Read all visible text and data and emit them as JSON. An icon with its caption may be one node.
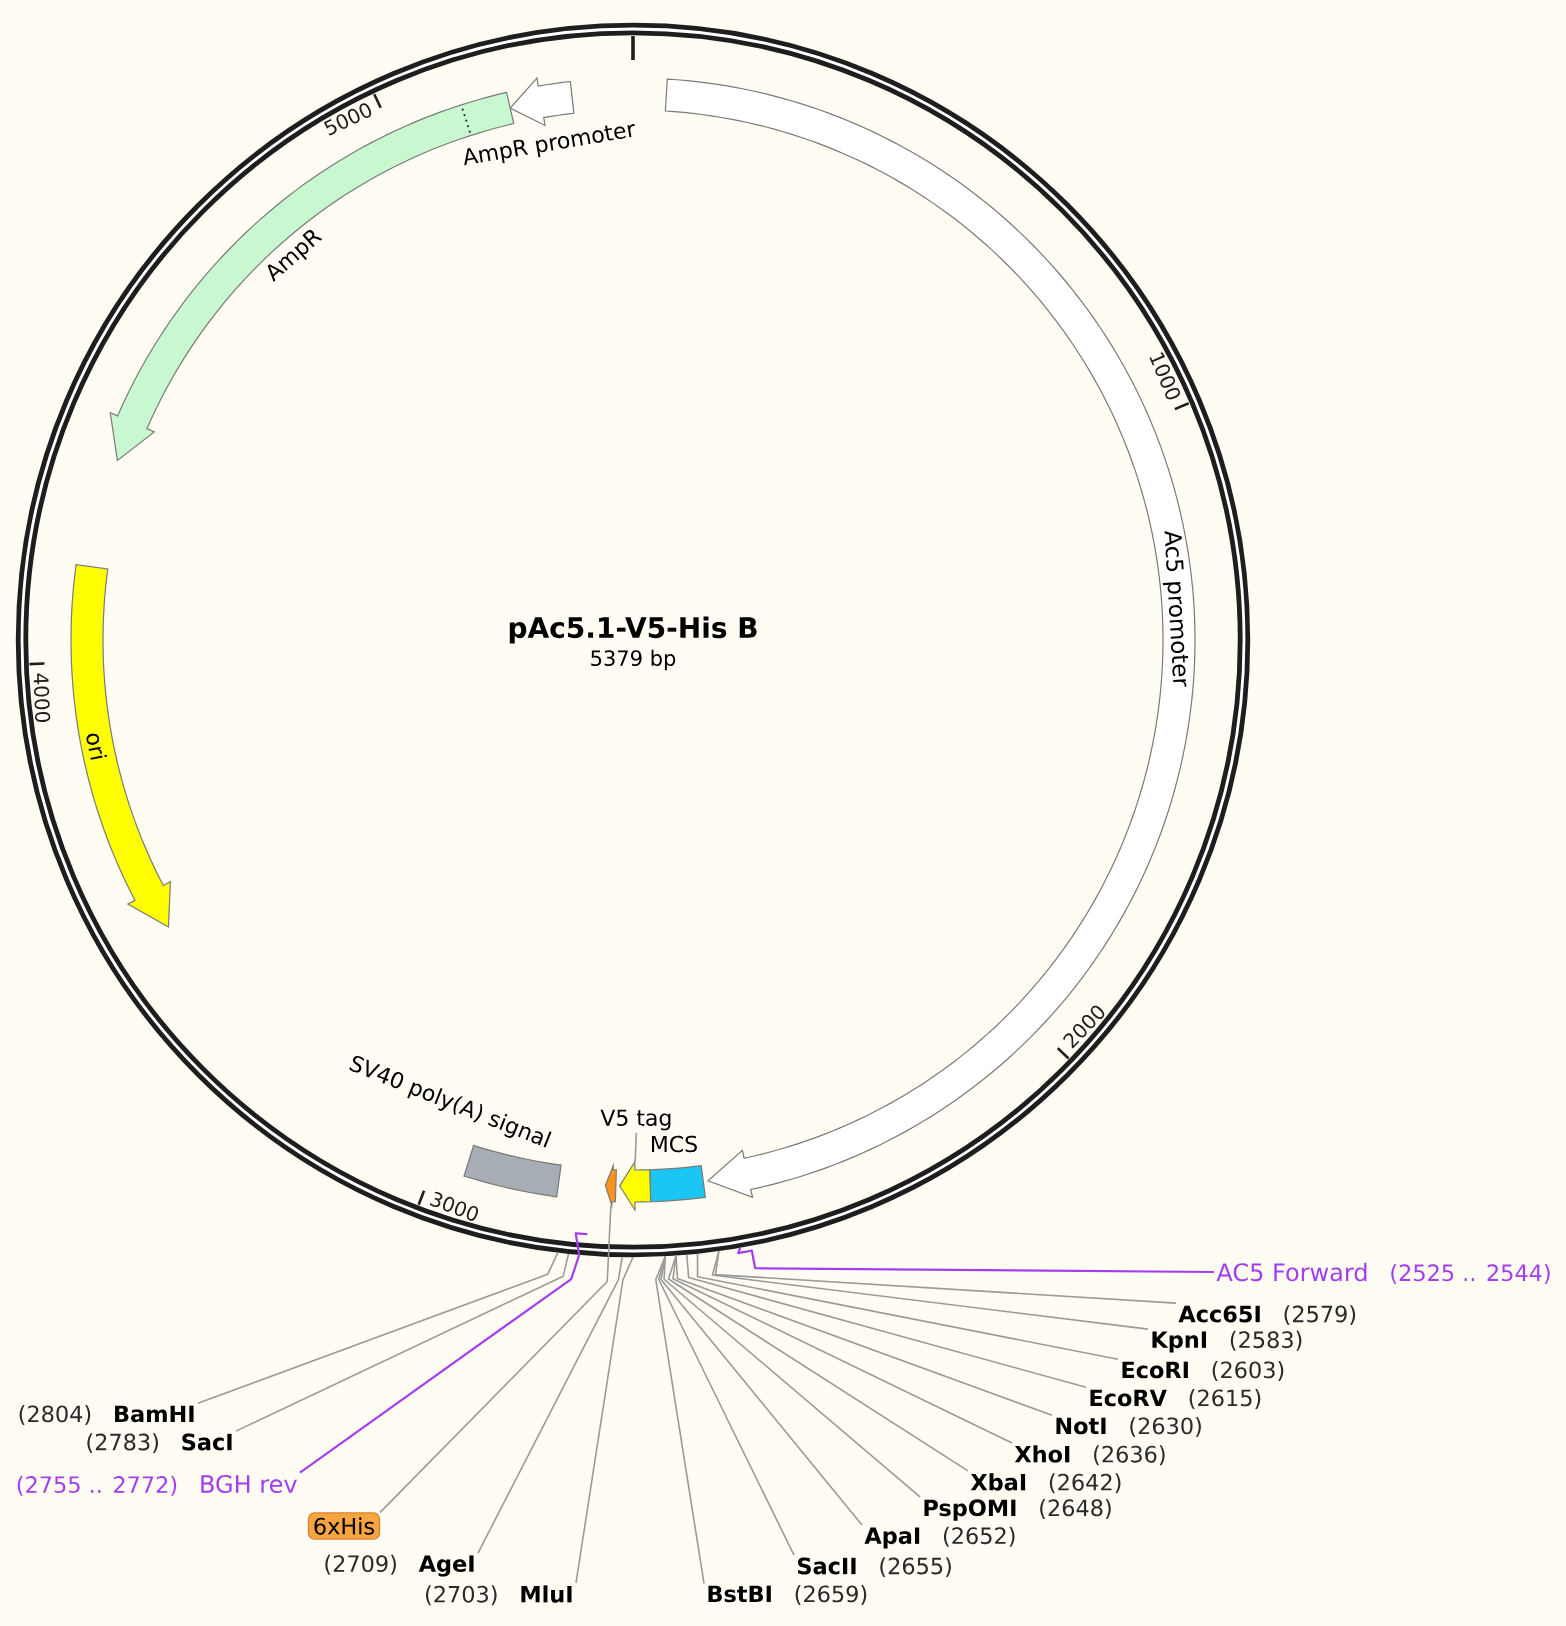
{
  "diagram": {
    "nodes": [
      {
        "text": [
          "pAc5.1-V5-His B",
          "5379 bp"
        ]
      },
      {
        "text": [
          "AmpR promoter"
        ],
        "in": 0
      },
      {
        "text": [
          "Ac5 promoter"
        ],
        "in": 0
      },
      {
        "text": [
          "AmpR"
        ],
        "in": 0
      },
      {
        "text": [
          "ori"
        ],
        "in": 0
      },
      {
        "text": [
          "SV40 poly(A) signal"
        ],
        "in": 0
      },
      {
        "text": [
          "V5 tag"
        ],
        "in": 0
      },
      {
        "text": [
          "MCS"
        ],
        "in": 0
      },
      {
        "text": [],
        "shape": "arrow",
        "in": 0
      },
      {
        "text": [],
        "shape": "arrow",
        "in": 0
      },
      {
        "text": [
          "AC5 Forward"
        ],
        "beside": [
          "(2525 .. 2544)"
        ]
      },
      {
        "text": [
          "Acc65I"
        ],
        "beside": [
          "(2579)"
        ]
      },
      {
        "text": [
          "KpnI"
        ],
        "beside": [
          "(2583)"
        ]
      },
      {
        "text": [
          "EcoRI"
        ],
        "beside": [
          "(2603)"
        ]
      },
      {
        "text": [
          "EcoRV"
        ],
        "beside": [
          "(2615)"
        ]
      },
      {
        "text": [
          "BamHI"
        ],
        "beside": [
          "(2804)"
        ]
      },
      {
        "text": [
          "NotI"
        ],
        "beside": [
          "(2630)"
        ]
      },
      {
        "text": [
          "SacI"
        ],
        "beside": [
          "(2783)"
        ]
      },
      {
        "text": [
          "XhoI"
        ],
        "beside": [
          "(2636)"
        ]
      },
      {
        "text": [
          "BGH rev"
        ],
        "beside": [
          "(2755 .. 2772)"
        ]
      },
      {
        "text": [
          "XbaI"
        ],
        "beside": [
          "(2642)"
        ]
      },
      {
        "text": [
          "PspOMI"
        ],
        "beside": [
          "(2648)"
        ]
      },
      {
        "text": [
          "6xHis"
        ]
      },
      {
        "text": [
          "ApaI"
        ],
        "beside": [
          "(2652)"
        ]
      },
      {
        "text": [
          "AgeI"
        ],
        "beside": [
          "(2709)"
        ]
      },
      {
        "text": [
          "SacII"
        ],
        "beside": [
          "(2655)"
        ]
      },
      {
        "text": [
          "MluI"
        ],
        "beside": [
          "(2703)"
        ]
      },
      {
        "text": [
          "BstBI"
        ],
        "beside": [
          "(2659)"
        ]
      }
    ],
    "edges": [
      {
        "from": 6,
        "to": 9,
        "arrow": "none"
      },
      {
        "from": 10,
        "to": 0,
        "arrow": "none",
        "color": "#a33eef"
      },
      {
        "from": 11,
        "to": 0,
        "arrow": "none"
      },
      {
        "from": 12,
        "to": 0,
        "arrow": "none"
      },
      {
        "from": 13,
        "to": 0,
        "arrow": "none"
      },
      {
        "from": 14,
        "to": 0,
        "arrow": "none"
      },
      {
        "from": 15,
        "to": 0,
        "arrow": "none"
      },
      {
        "from": 16,
        "to": 0,
        "arrow": "none"
      },
      {
        "from": 17,
        "to": 0,
        "arrow": "none"
      },
      {
        "from": 18,
        "to": 0,
        "arrow": "none"
      },
      {
        "from": 19,
        "to": 0,
        "arrow": "none",
        "color": "#a33eef"
      },
      {
        "from": 20,
        "to": 0,
        "arrow": "none"
      },
      {
        "from": 21,
        "to": 0,
        "arrow": "none"
      },
      {
        "from": 22,
        "to": 8,
        "arrow": "none"
      },
      {
        "from": 23,
        "to": 0,
        "arrow": "none"
      },
      {
        "from": 24,
        "to": 0,
        "arrow": "none"
      },
      {
        "from": 25,
        "to": 0,
        "arrow": "none"
      },
      {
        "from": 26,
        "to": 0,
        "arrow": "none"
      },
      {
        "from": 27,
        "to": 0,
        "arrow": "none"
      }
    ],
    "labels": [
      "5000",
      "1000",
      "4000",
      "2000",
      "3000"
    ]
  }
}
